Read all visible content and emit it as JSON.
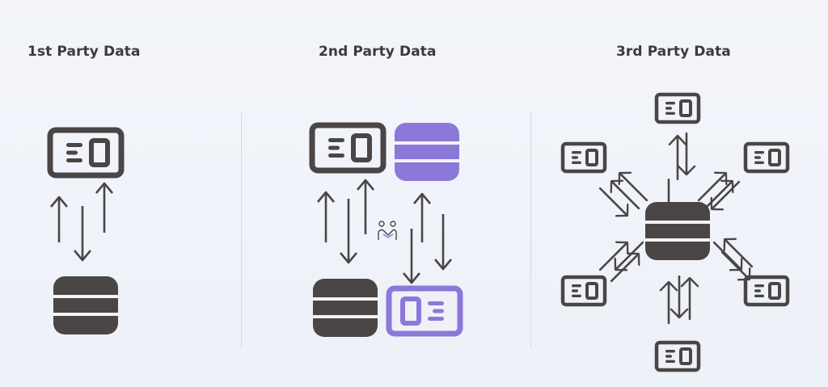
{
  "panels": {
    "first": {
      "title": "1st Party Data"
    },
    "second": {
      "title": "2nd Party Data"
    },
    "third": {
      "title": "3rd Party Data"
    }
  },
  "colors": {
    "dark": "#4a4645",
    "purple": "#8c78d8",
    "arrow": "#4a4645",
    "divider": "#d5d9e1",
    "text": "#3d3a39"
  },
  "icons": {
    "record_card": "record-card-icon",
    "database": "database-icon",
    "partnership": "handshake-icon"
  }
}
